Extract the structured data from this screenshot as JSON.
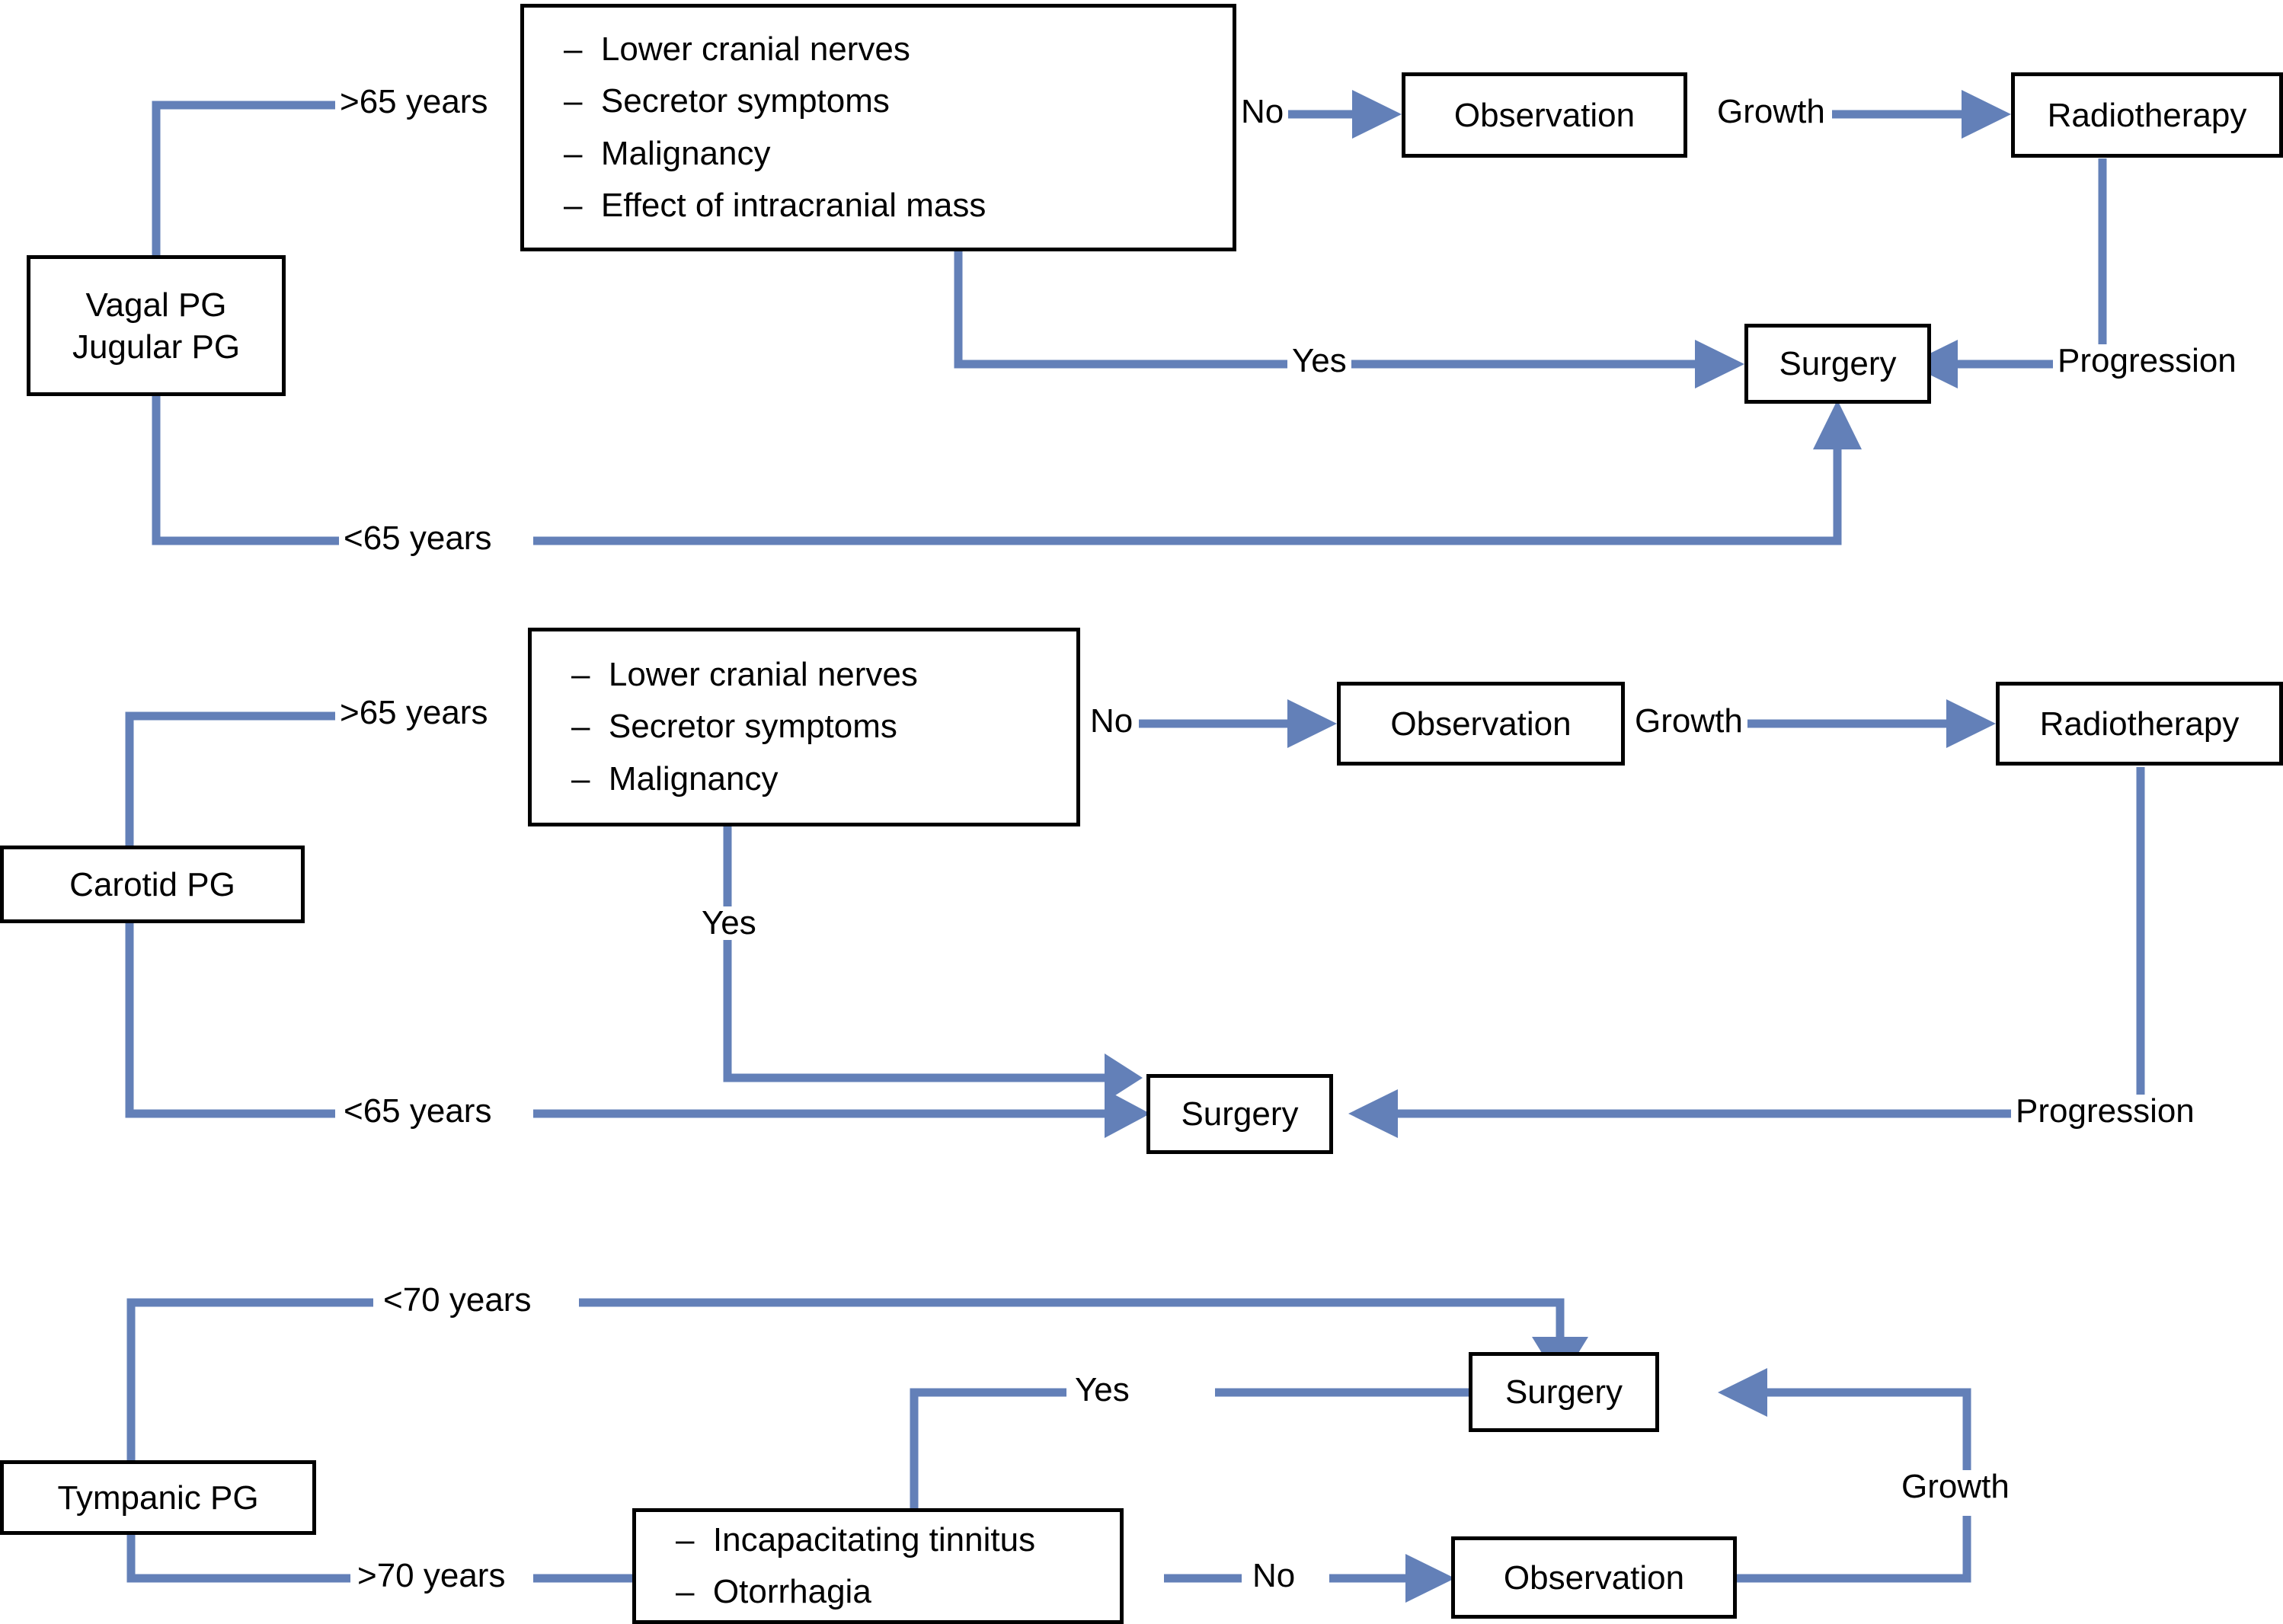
{
  "diagram": {
    "title": "Paraganglioma management algorithm",
    "accent_color": "#6380b8",
    "box_border_color": "#000000",
    "background": "#ffffff"
  },
  "sections": [
    {
      "id": "vagal-jugular",
      "start": {
        "lines": [
          "Vagal PG",
          "Jugular PG"
        ]
      },
      "branch_high": "&gt;65 years",
      "branch_low": "&lt;65 years",
      "criteria": {
        "items": [
          "Lower cranial nerves",
          "Secretor symptoms",
          "Malignancy",
          "Effect of intracranial mass"
        ]
      },
      "labels": {
        "no": "No",
        "yes": "Yes",
        "growth": "Growth",
        "progression": "Progression"
      },
      "observation": "Observation",
      "radiotherapy": "Radiotherapy",
      "surgery": "Surgery"
    },
    {
      "id": "carotid",
      "start": {
        "lines": [
          "Carotid PG"
        ]
      },
      "branch_high": "&gt;65 years",
      "branch_low": "&lt;65 years",
      "criteria": {
        "items": [
          "Lower cranial nerves",
          "Secretor symptoms",
          "Malignancy"
        ]
      },
      "labels": {
        "no": "No",
        "yes": "Yes",
        "growth": "Growth",
        "progression": "Progression"
      },
      "observation": "Observation",
      "radiotherapy": "Radiotherapy",
      "surgery": "Surgery"
    },
    {
      "id": "tympanic",
      "start": {
        "lines": [
          "Tympanic PG"
        ]
      },
      "branch_high": "&lt;70 years",
      "branch_low": "&gt;70 years",
      "criteria": {
        "items": [
          "Incapacitating tinnitus",
          "Otorrhagia"
        ]
      },
      "labels": {
        "no": "No",
        "yes": "Yes",
        "growth": "Growth"
      },
      "observation": "Observation",
      "surgery": "Surgery"
    }
  ]
}
